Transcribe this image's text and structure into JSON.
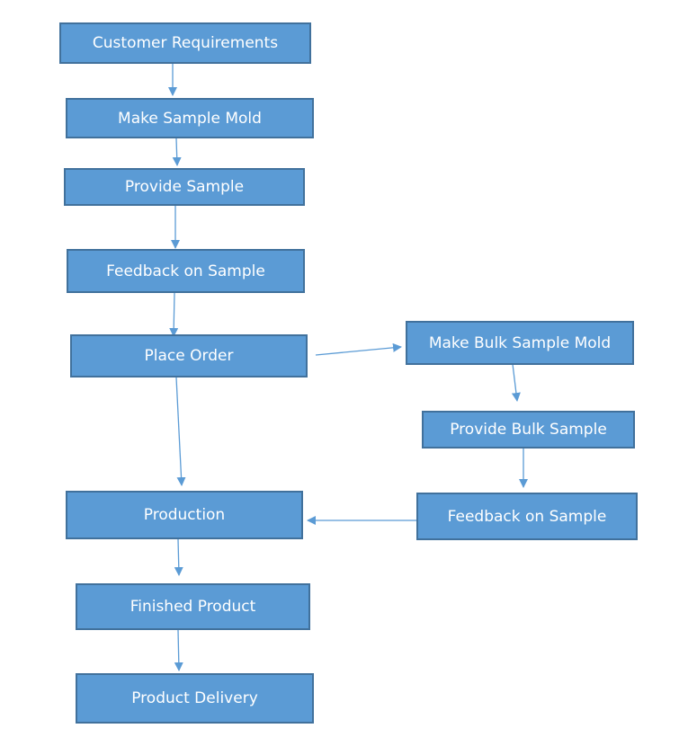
{
  "diagram": {
    "nodes": [
      {
        "id": "customer-requirements",
        "label": "Customer Requirements"
      },
      {
        "id": "make-sample-mold",
        "label": "Make Sample Mold"
      },
      {
        "id": "provide-sample",
        "label": "Provide Sample"
      },
      {
        "id": "feedback-on-sample",
        "label": "Feedback on Sample"
      },
      {
        "id": "place-order",
        "label": "Place Order"
      },
      {
        "id": "make-bulk-sample-mold",
        "label": "Make Bulk Sample Mold"
      },
      {
        "id": "provide-bulk-sample",
        "label": "Provide Bulk Sample"
      },
      {
        "id": "feedback-on-bulk-sample",
        "label": "Feedback on Sample"
      },
      {
        "id": "production",
        "label": "Production"
      },
      {
        "id": "finished-product",
        "label": "Finished Product"
      },
      {
        "id": "product-delivery",
        "label": "Product Delivery"
      }
    ],
    "edges": [
      {
        "from": "customer-requirements",
        "to": "make-sample-mold"
      },
      {
        "from": "make-sample-mold",
        "to": "provide-sample"
      },
      {
        "from": "provide-sample",
        "to": "feedback-on-sample"
      },
      {
        "from": "feedback-on-sample",
        "to": "place-order"
      },
      {
        "from": "place-order",
        "to": "make-bulk-sample-mold"
      },
      {
        "from": "make-bulk-sample-mold",
        "to": "provide-bulk-sample"
      },
      {
        "from": "provide-bulk-sample",
        "to": "feedback-on-bulk-sample"
      },
      {
        "from": "feedback-on-bulk-sample",
        "to": "production"
      },
      {
        "from": "place-order",
        "to": "production"
      },
      {
        "from": "production",
        "to": "finished-product"
      },
      {
        "from": "finished-product",
        "to": "product-delivery"
      }
    ],
    "colors": {
      "box_fill": "#5b9bd5",
      "box_border": "#41719c",
      "arrow": "#5b9bd5",
      "text": "#ffffff"
    }
  }
}
